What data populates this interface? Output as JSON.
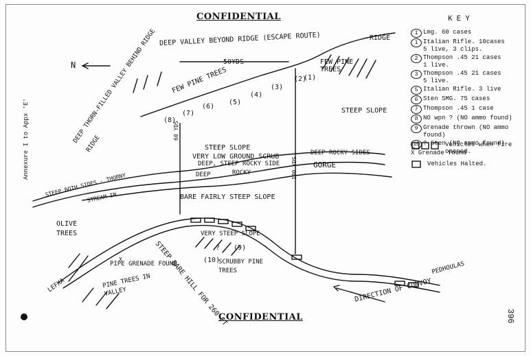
{
  "header": {
    "classification_top": "CONFIDENTIAL",
    "classification_bottom": "CONFIDENTIAL"
  },
  "side_label": "Annexure I to Appx 'E'",
  "page_number": "396",
  "compass": {
    "north_letter": "N"
  },
  "labels": {
    "deep_valley": "DEEP VALLEY BEYOND RIDGE (ESCAPE ROUTE)",
    "ridge_top": "RIDGE",
    "distance_50yds": "50YDS",
    "few_pine_trees_top": "FEW PINE TREES",
    "few_pine_trees_left": "FEW PINE TREES",
    "deep_thorn_valley": "DEEP THORN-FILLED VALLEY BEHIND RIDGE",
    "ridge_left": "RIDGE",
    "steep_slope_right": "STEEP SLOPE",
    "steep_slope_center": "STEEP SLOPE",
    "low_ground_scrub": "VERY LOW GROUND SCRUB",
    "sixty_yds": "60 YDS",
    "hundred_yds": "100 YDS",
    "steep_rocky_side": "DEEP, STEEP ROCKY SIDE",
    "deep_rocky_sides": "DEEP ROCKY SIDES",
    "deep_rocky_gorge_1": "DEEP",
    "deep_rocky_gorge_2": "ROCKY",
    "gorge": "GORGE",
    "steep_both_sides": "STEEP BOTH SIDES - THORNY",
    "stream": "STREAM IN",
    "bare_slope": "BARE FAIRLY STEEP SLOPE",
    "olive_trees": "OLIVE TREES",
    "very_steep_slope": "VERY STEEP SLOPE",
    "steep_bare_hill": "STEEP BARE HILL FOR 260 FT",
    "scrubby_pine_trees": "SCRUBBY PINE TREES",
    "pipe_grenade": "PIPE GRENADE FOUND",
    "pine_trees_valley": "PINE TREES IN VALLEY",
    "lefka": "LEFKA",
    "pedhoulas": "PEDHOULAS",
    "direction_convoy": "DIRECTION OF CONVOY",
    "x_mark": "X"
  },
  "positions": {
    "ridge_markers": [
      "8",
      "7",
      "6",
      "5",
      "4",
      "3",
      "2",
      "1"
    ],
    "gully_markers": [
      "9",
      "10"
    ],
    "qmark": "?"
  },
  "key": {
    "title": "KEY",
    "items": [
      {
        "num": "1",
        "text": "Lmg. 60 cases"
      },
      {
        "num": "1",
        "text": "Italian Rifle. 10cases\n5 live, 3 clips."
      },
      {
        "num": "2",
        "text": "Thompson .45 21 cases\n1 live."
      },
      {
        "num": "3",
        "text": "Thompson .45 21 cases\n5 live."
      },
      {
        "num": "5",
        "text": "Italian Rifle. 3 live"
      },
      {
        "num": "6",
        "text": "Sten SMG. 75 cases"
      },
      {
        "num": "7",
        "text": "Thompson .45 1 case"
      },
      {
        "num": "8",
        "text": "NO wpn ? (NO ammo found)"
      },
      {
        "num": "9",
        "text": "Grenade thrown (NO ammo\nfound)"
      },
      {
        "num": "10",
        "text": "? Sten (NO ammo found)"
      }
    ],
    "grenade_text": "X Grenade found",
    "vehicles_first": "Vehicles when fire\nopened.",
    "vehicles_halted": "Vehicles Halted."
  }
}
